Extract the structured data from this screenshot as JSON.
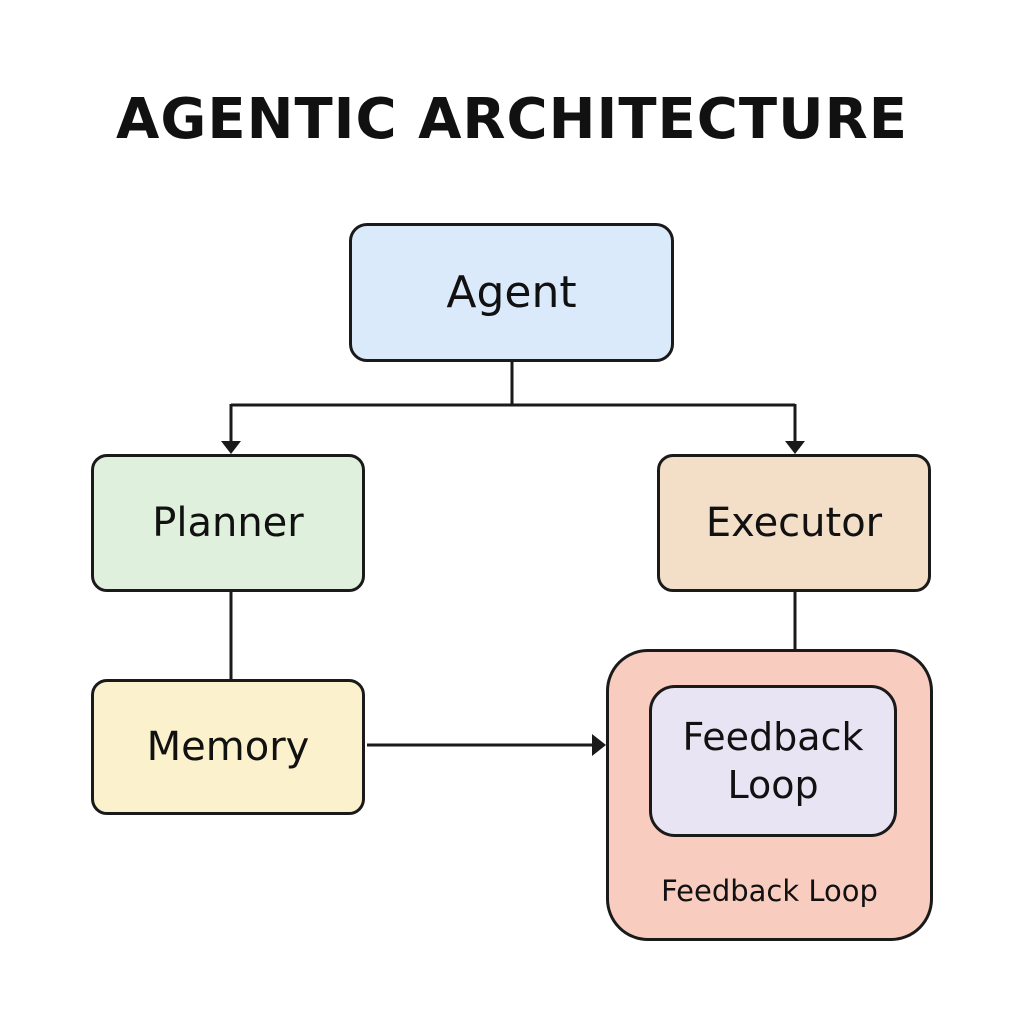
{
  "diagram": {
    "title": "AGENTIC ARCHITECTURE",
    "nodes": {
      "agent": {
        "label": "Agent",
        "color": "#dbeafb"
      },
      "planner": {
        "label": "Planner",
        "color": "#dff1dc"
      },
      "executor": {
        "label": "Executor",
        "color": "#f3dfc8"
      },
      "memory": {
        "label": "Memory",
        "color": "#fbf1cd"
      },
      "feedback_group": {
        "color": "#f8cdc0",
        "caption": "Feedback Loop",
        "inner": {
          "label": "Feedback\nLoop",
          "color": "#e9e4f4"
        }
      }
    },
    "edges": [
      {
        "from": "agent",
        "to": "planner",
        "arrow": true
      },
      {
        "from": "agent",
        "to": "executor",
        "arrow": true
      },
      {
        "from": "planner",
        "to": "memory",
        "arrow": false
      },
      {
        "from": "executor",
        "to": "feedback_group",
        "arrow": false
      },
      {
        "from": "memory",
        "to": "feedback_group",
        "arrow": true
      }
    ],
    "line_color": "#1a1a1a"
  }
}
